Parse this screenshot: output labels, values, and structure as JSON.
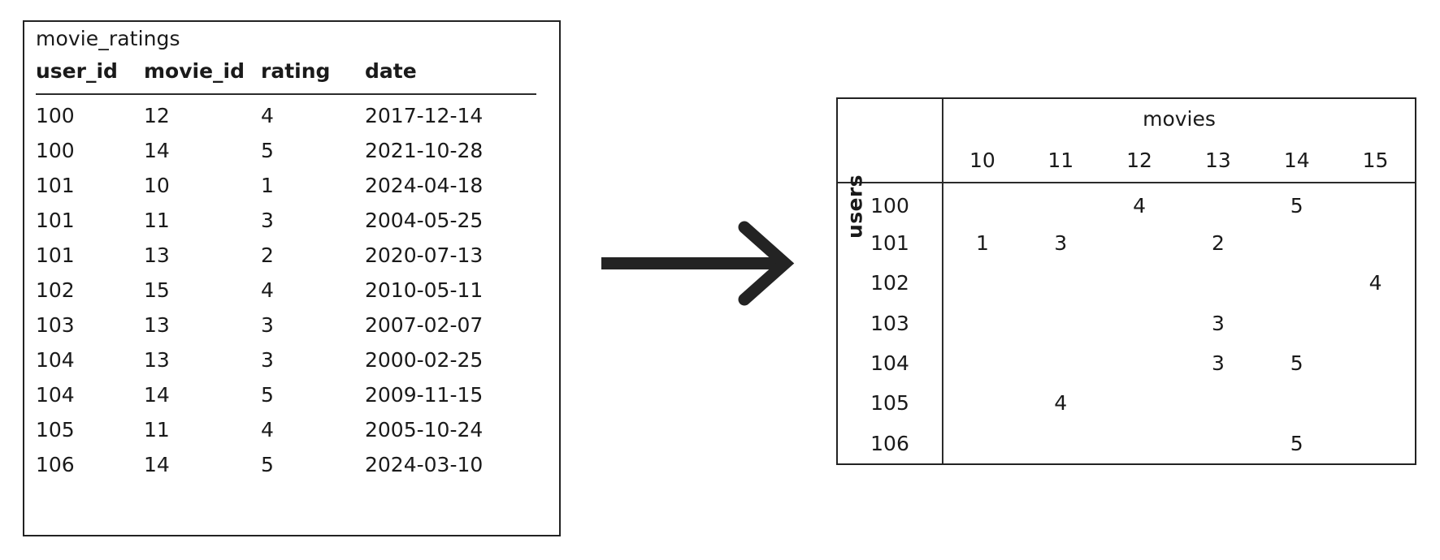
{
  "relational_table": {
    "title": "movie_ratings",
    "columns": [
      "user_id",
      "movie_id",
      "rating",
      "date"
    ],
    "rows": [
      [
        "100",
        "12",
        "4",
        "2017-12-14"
      ],
      [
        "100",
        "14",
        "5",
        "2021-10-28"
      ],
      [
        "101",
        "10",
        "1",
        "2024-04-18"
      ],
      [
        "101",
        "11",
        "3",
        "2004-05-25"
      ],
      [
        "101",
        "13",
        "2",
        "2020-07-13"
      ],
      [
        "102",
        "15",
        "4",
        "2010-05-11"
      ],
      [
        "103",
        "13",
        "3",
        "2007-02-07"
      ],
      [
        "104",
        "13",
        "3",
        "2000-02-25"
      ],
      [
        "104",
        "14",
        "5",
        "2009-11-15"
      ],
      [
        "105",
        "11",
        "4",
        "2005-10-24"
      ],
      [
        "106",
        "14",
        "5",
        "2024-03-10"
      ]
    ]
  },
  "arrow": {
    "icon": "right-arrow-icon",
    "direction": "right",
    "color": "#232323"
  },
  "matrix_table": {
    "column_axis_label": "movies",
    "row_axis_label": "users",
    "column_headers": [
      "10",
      "11",
      "12",
      "13",
      "14",
      "15"
    ],
    "row_headers": [
      "100",
      "101",
      "102",
      "103",
      "104",
      "105",
      "106"
    ],
    "cells": [
      [
        "",
        "",
        "4",
        "",
        "5",
        ""
      ],
      [
        "1",
        "3",
        "",
        "2",
        "",
        ""
      ],
      [
        "",
        "",
        "",
        "",
        "",
        "4"
      ],
      [
        "",
        "",
        "",
        "3",
        "",
        ""
      ],
      [
        "",
        "",
        "",
        "3",
        "5",
        ""
      ],
      [
        "",
        "4",
        "",
        "",
        "",
        ""
      ],
      [
        "",
        "",
        "",
        "",
        "5",
        ""
      ]
    ]
  },
  "colors": {
    "background": "#ffffff",
    "text": "#1a1a1a",
    "border": "#222222",
    "rule": "#2b2b2b"
  }
}
